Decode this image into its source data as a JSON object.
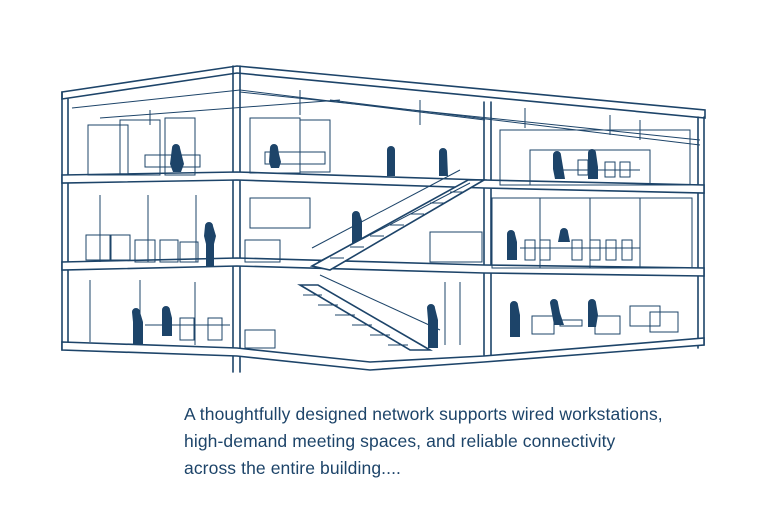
{
  "illustration": {
    "subject": "Three-story office building cutaway with open floors, staircase, workstations and meeting areas",
    "line_color": "#1d4469",
    "floors": [
      {
        "level": "top",
        "areas": [
          "workstations",
          "staircase landing",
          "meeting table"
        ]
      },
      {
        "level": "middle",
        "areas": [
          "desk cluster",
          "staircase",
          "conference table"
        ]
      },
      {
        "level": "ground",
        "areas": [
          "meeting tables",
          "staircase",
          "lounge seating"
        ]
      }
    ]
  },
  "caption": {
    "lines": [
      "A thoughtfully designed network supports wired workstations,",
      "high-demand meeting spaces, and reliable connectivity",
      "across the entire building...."
    ],
    "color": "#1d4469"
  }
}
